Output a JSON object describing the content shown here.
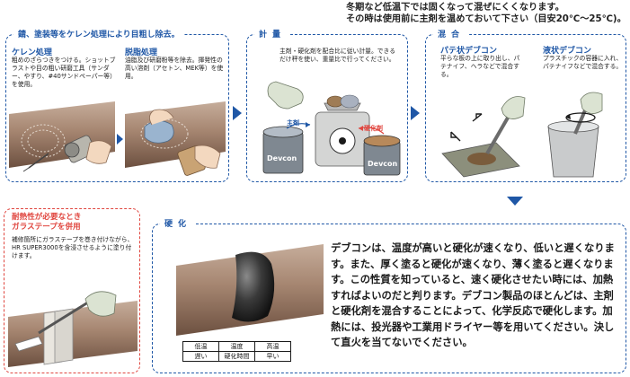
{
  "note": {
    "line1": "冬期など低温下では固くなって混ぜにくくなります。",
    "line2": "その時は使用前に主剤を温めておいて下さい（目安20℃〜25℃)。"
  },
  "prep": {
    "title": "錆、塗装等をケレン処理により目粗し除去。",
    "kelen": {
      "title": "ケレン処理",
      "body": "粗めのざらつきをつける。ショットブラストや目の粗い研磨工具（サンダー、やすり、#40サンドペーパー等）を使用。"
    },
    "degrease": {
      "title": "脱脂処理",
      "body": "油脂及び研磨粉等を除去。揮発性の高い溶剤（アセトン、MEK等）を使用。"
    }
  },
  "measure": {
    "title": "計量",
    "body": "主剤・硬化剤を配合比に従い計量。できるだけ秤を使い、重量比で行ってください。",
    "main_agent": "主剤",
    "hardener": "硬化剤",
    "brand": "Devcon"
  },
  "mix": {
    "title": "混合",
    "paste": {
      "title": "パテ状デブコン",
      "body": "平らな板の上に取り出し、パテナイフ、ヘラなどで混合する。"
    },
    "liquid": {
      "title": "液状デブコン",
      "body": "プラスチックの容器に入れ、パテナイフなどで混合する。"
    }
  },
  "heat": {
    "title_line1": "耐熱性が必要なとき",
    "title_line2": "ガラステープを併用",
    "body": "補修箇所にガラステープを巻き付けながら、HR SUPER3000を含浸させるように塗り付けます。"
  },
  "cure": {
    "title": "硬化",
    "text": "デブコンは、温度が高いと硬化が速くなり、低いと遅くなります。また、厚く塗ると硬化が速くなり、薄く塗ると遅くなります。この性質を知っていると、速く硬化させたい時には、加熱すればよいのだと判ります。デブコン製品のほとんどは、主剤と硬化剤を混合することによって、化学反応で硬化します。加熱には、投光器や工業用ドライヤー等を用いてください。決して直火を当てないでください。",
    "table": {
      "row1": [
        "低温",
        "温度",
        "高温"
      ],
      "row2": [
        "遅い",
        "硬化時間",
        "早い"
      ]
    }
  },
  "colors": {
    "blue": "#1f57a6",
    "red": "#e0463f",
    "pipe": "#9a7b68"
  }
}
